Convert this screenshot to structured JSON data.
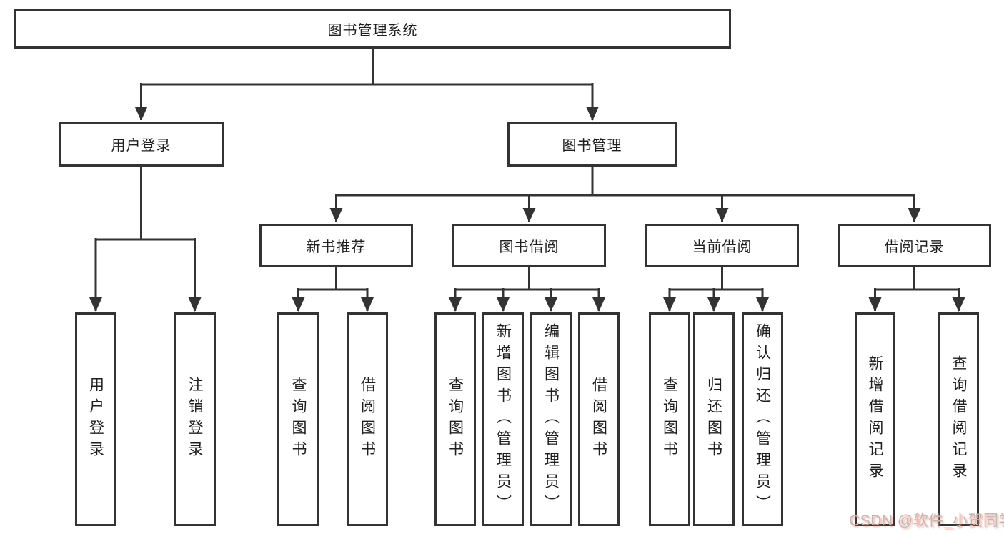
{
  "diagram": {
    "title": "图书管理系统",
    "root": {
      "label": "图书管理系统"
    },
    "branches": [
      {
        "label": "用户登录",
        "children": [
          {
            "label": "用户登录"
          },
          {
            "label": "注销登录"
          }
        ]
      },
      {
        "label": "图书管理",
        "children": [
          {
            "label": "新书推荐",
            "children": [
              {
                "label": "查询图书"
              },
              {
                "label": "借阅图书"
              }
            ]
          },
          {
            "label": "图书借阅",
            "children": [
              {
                "label": "查询图书"
              },
              {
                "label": "新增图书（管理员）"
              },
              {
                "label": "编辑图书（管理员）"
              },
              {
                "label": "借阅图书"
              }
            ]
          },
          {
            "label": "当前借阅",
            "children": [
              {
                "label": "查询图书"
              },
              {
                "label": "归还图书"
              },
              {
                "label": "确认归还（管理员）"
              }
            ]
          },
          {
            "label": "借阅记录",
            "children": [
              {
                "label": "新增借阅记录"
              },
              {
                "label": "查询借阅记录"
              }
            ]
          }
        ]
      }
    ]
  },
  "watermark": {
    "text": "CSDN @软件_小贺同学"
  },
  "colors": {
    "line-color": "#333333",
    "text-color": "#1f1f1f",
    "wm-color": "#bbbbbb",
    "wm-shadow": "#fc5531"
  }
}
